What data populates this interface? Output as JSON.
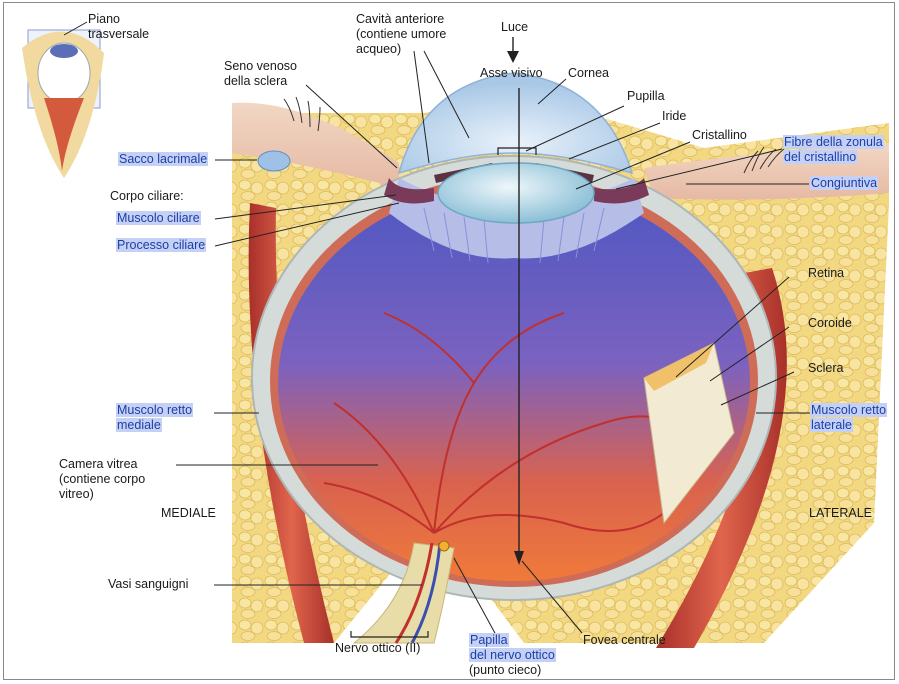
{
  "labels": {
    "piano": [
      "Piano",
      "trasversale"
    ],
    "cavita": [
      "Cavità anteriore",
      "(contiene umore",
      "acqueo)"
    ],
    "luce": [
      "Luce"
    ],
    "asse": [
      "Asse visivo"
    ],
    "cornea": [
      "Cornea"
    ],
    "pupilla": [
      "Pupilla"
    ],
    "iride": [
      "Iride"
    ],
    "cristallino": [
      "Cristallino"
    ],
    "fibre": [
      "Fibre della zonula",
      "del cristallino"
    ],
    "seno": [
      "Seno venoso",
      "della sclera"
    ],
    "sacco": [
      "Sacco lacrimale"
    ],
    "corpo": [
      "Corpo ciliare:"
    ],
    "muscolo_ciliare": [
      "Muscolo ciliare"
    ],
    "processo": [
      "Processo ciliare"
    ],
    "congiuntiva": [
      "Congiuntiva"
    ],
    "retina": [
      "Retina"
    ],
    "coroide": [
      "Coroide"
    ],
    "sclera": [
      "Sclera"
    ],
    "retto_mediale": [
      "Muscolo retto",
      "mediale"
    ],
    "retto_laterale": [
      "Muscolo retto",
      "laterale"
    ],
    "camera": [
      "Camera vitrea",
      "(contiene corpo",
      "vitreo)"
    ],
    "mediale": [
      "MEDIALE"
    ],
    "laterale": [
      "LATERALE"
    ],
    "vasi": [
      "Vasi sanguigni"
    ],
    "nervo": [
      "Nervo ottico (II)"
    ],
    "papilla_hl": [
      "Papilla",
      "del nervo ottico"
    ],
    "papilla_sub": [
      "(punto cieco)"
    ],
    "fovea": [
      "Fovea centrale"
    ]
  },
  "colors": {
    "highlight_bg": "#c5d0f5",
    "highlight_text": "#1c3fa8",
    "leader": "#222222",
    "fat": "#f1d37a",
    "muscle": "#c8473a",
    "vitreous_top": "#5a63c8",
    "vitreous_bottom": "#e65a3a"
  }
}
